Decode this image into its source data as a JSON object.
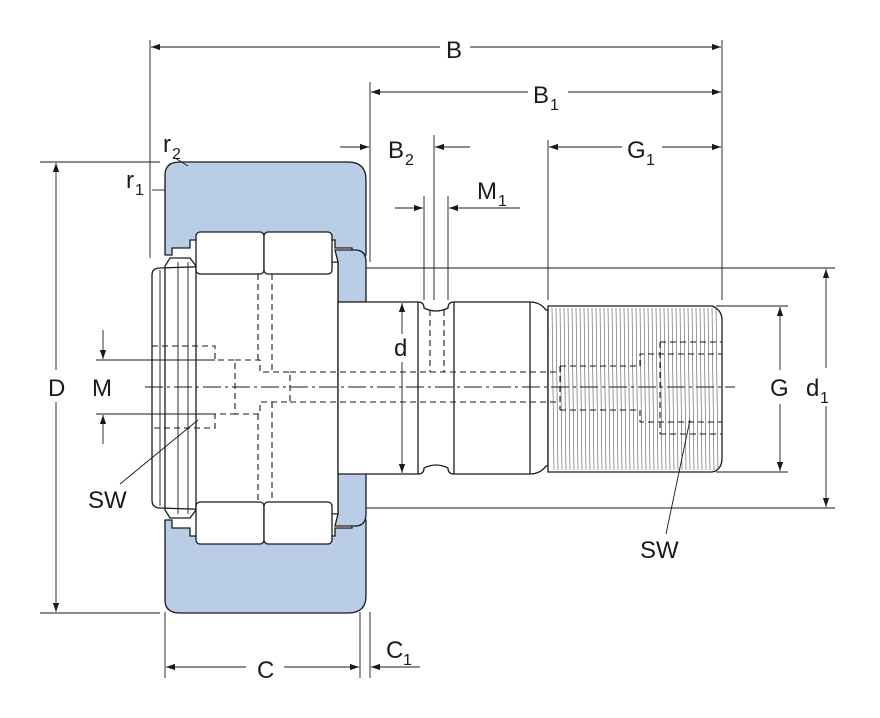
{
  "labels": {
    "B": "B",
    "B1": {
      "main": "B",
      "sub": "1"
    },
    "B2": {
      "main": "B",
      "sub": "2"
    },
    "G1": {
      "main": "G",
      "sub": "1"
    },
    "M1": {
      "main": "M",
      "sub": "1"
    },
    "r2": {
      "main": "r",
      "sub": "2"
    },
    "r1": {
      "main": "r",
      "sub": "1"
    },
    "D": "D",
    "M": "M",
    "d": "d",
    "G": "G",
    "d1": {
      "main": "d",
      "sub": "1"
    },
    "SW_left": "SW",
    "SW_right": "SW",
    "C": "C",
    "C1": {
      "main": "C",
      "sub": "1"
    }
  },
  "colors": {
    "outer_ring": "#b9cde6",
    "line": "#1a1a1a"
  }
}
